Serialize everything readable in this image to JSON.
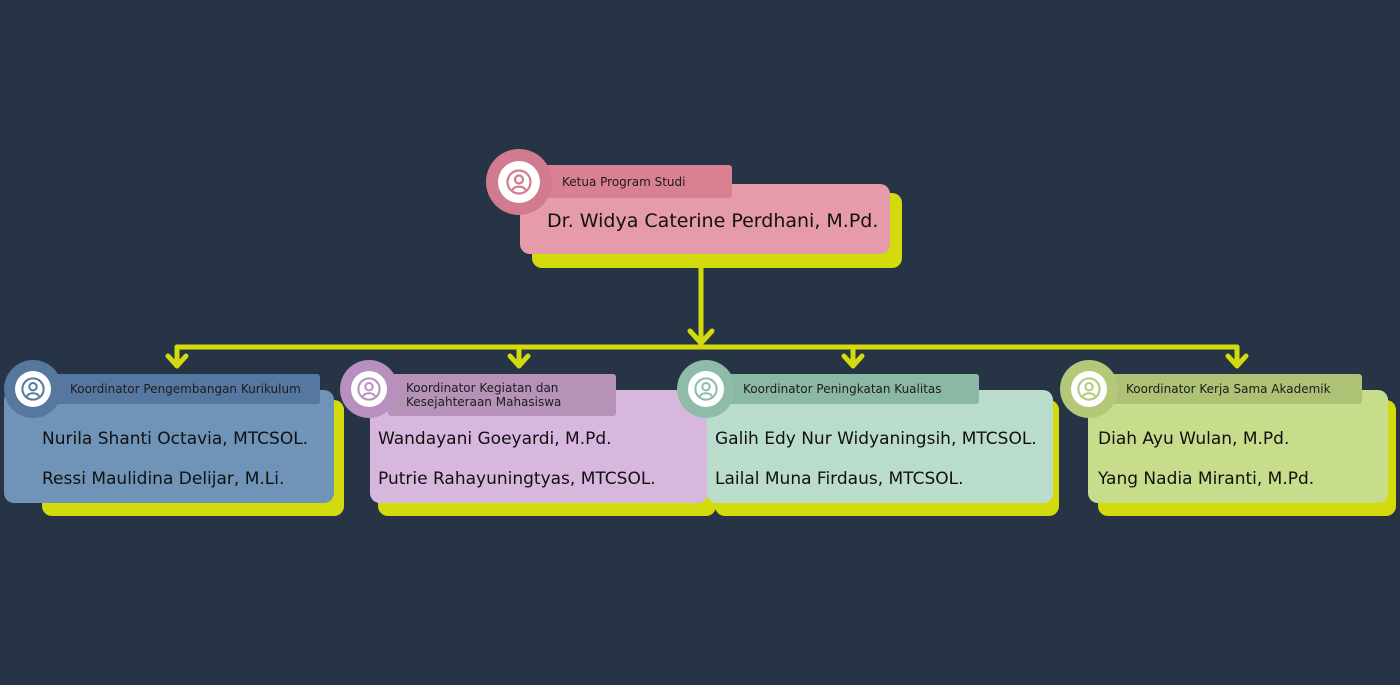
{
  "head": {
    "role": "Ketua Program Studi",
    "name": "Dr. Widya Caterine Perdhani, M.Pd."
  },
  "coordinators": [
    {
      "role": "Koordinator Pengembangan Kurikulum",
      "members": [
        "Nurila Shanti Octavia, MTCSOL.",
        "Ressi Maulidina Delijar, M.Li."
      ]
    },
    {
      "role": "Koordinator Kegiatan dan Kesejahteraan Mahasiswa",
      "members": [
        "Wandayani Goeyardi, M.Pd.",
        "Putrie Rahayuningtyas, MTCSOL."
      ]
    },
    {
      "role": "Koordinator Peningkatan Kualitas",
      "members": [
        "Galih Edy Nur Widyaningsih, MTCSOL.",
        "Lailal Muna Firdaus, MTCSOL."
      ]
    },
    {
      "role": "Koordinator Kerja Sama Akademik",
      "members": [
        "Diah Ayu Wulan, M.Pd.",
        "Yang Nadia Miranti, M.Pd."
      ]
    }
  ],
  "icons": {
    "avatar": "user-circle-icon",
    "arrow": "arrow-down-icon"
  },
  "colors": {
    "background": "#263445",
    "connector": "#d4db0c",
    "head_card": "#e59ba9",
    "kurikulum_card": "#6f94b8",
    "kegiatan_card": "#d7b7dd",
    "kualitas_card": "#b9dccd",
    "kerjasama_card": "#c8dd8b"
  }
}
